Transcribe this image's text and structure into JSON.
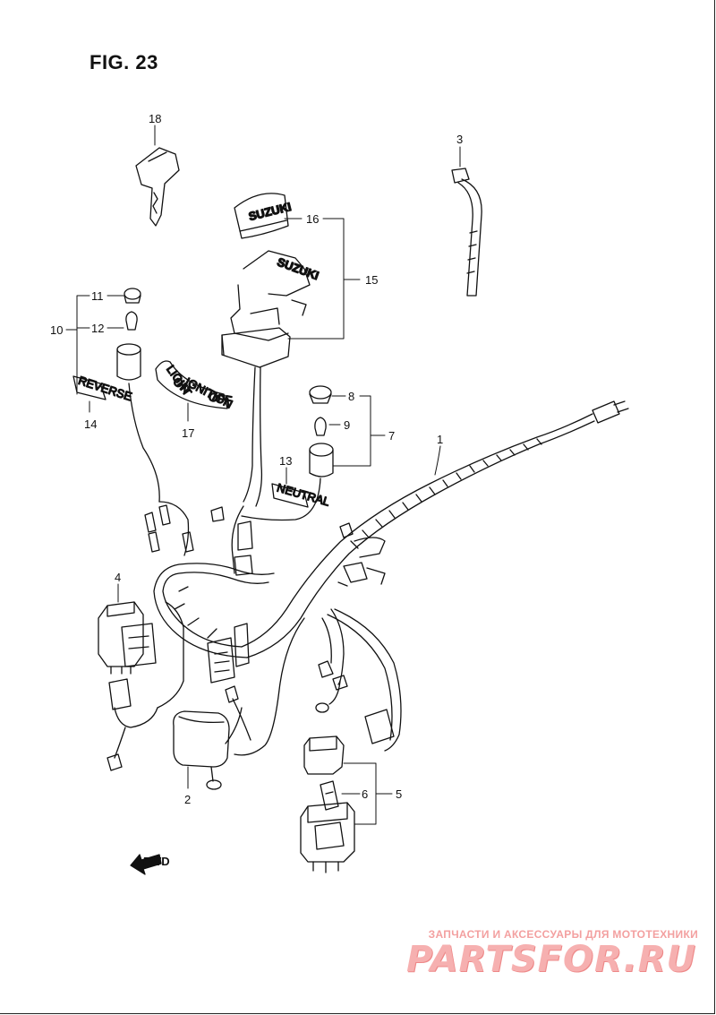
{
  "figure": {
    "title": "FIG. 23"
  },
  "callouts": [
    {
      "id": "c1",
      "text": "1"
    },
    {
      "id": "c2",
      "text": "2"
    },
    {
      "id": "c3",
      "text": "3"
    },
    {
      "id": "c4",
      "text": "4"
    },
    {
      "id": "c5",
      "text": "5"
    },
    {
      "id": "c6",
      "text": "6"
    },
    {
      "id": "c7",
      "text": "7"
    },
    {
      "id": "c8",
      "text": "8"
    },
    {
      "id": "c9",
      "text": "9"
    },
    {
      "id": "c10",
      "text": "10"
    },
    {
      "id": "c11",
      "text": "11"
    },
    {
      "id": "c12",
      "text": "12"
    },
    {
      "id": "c13",
      "text": "13"
    },
    {
      "id": "c14",
      "text": "14"
    },
    {
      "id": "c15",
      "text": "15"
    },
    {
      "id": "c16",
      "text": "16"
    },
    {
      "id": "c17",
      "text": "17"
    },
    {
      "id": "c18",
      "text": "18"
    }
  ],
  "part_labels": {
    "key_cover": "SUZUKI",
    "ignition_switch": "SUZUKI",
    "reverse_plate": "REVERSE",
    "neutral_plate": "NEUTRAL",
    "ignition_plate_lines": [
      "LIGHT",
      "ON",
      "IGNITION",
      "OFF"
    ],
    "fwd_arrow": "FWD"
  },
  "watermark": {
    "caption": "ЗАПЧАСТИ И АКСЕССУАРЫ ДЛЯ МОТОТЕХНИКИ",
    "logo": "PARTSFOR.RU"
  }
}
